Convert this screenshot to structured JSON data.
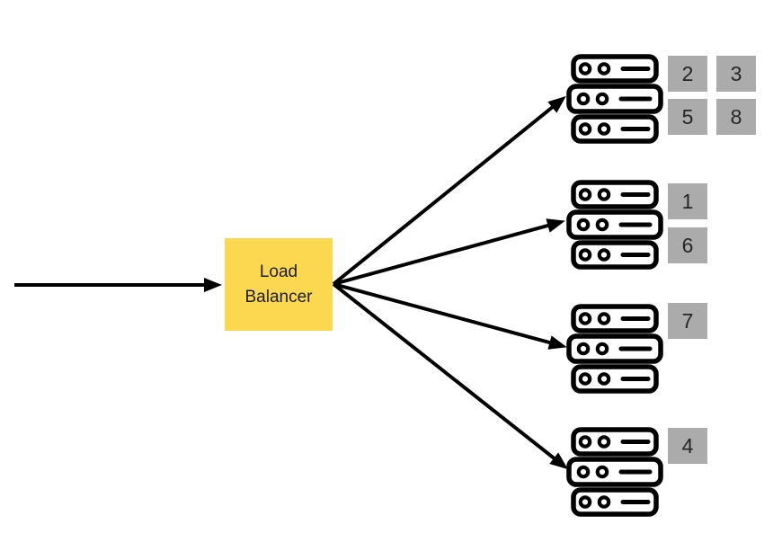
{
  "diagram": {
    "load_balancer": {
      "label": [
        "Load",
        "Balancer"
      ],
      "fill": "#FBD850",
      "text_color": "#1C1C1C"
    },
    "servers": [
      {
        "id": "server-1",
        "icon": "server-rack-icon",
        "requests": [
          "2",
          "3",
          "5",
          "8"
        ]
      },
      {
        "id": "server-2",
        "icon": "server-rack-icon",
        "requests": [
          "1",
          "6"
        ]
      },
      {
        "id": "server-3",
        "icon": "server-rack-icon",
        "requests": [
          "7"
        ]
      },
      {
        "id": "server-4",
        "icon": "server-rack-icon",
        "requests": [
          "4"
        ]
      }
    ],
    "request_box": {
      "fill": "#ABABAB",
      "text_color": "#262626"
    },
    "arrows": {
      "color": "#000000",
      "incoming": "edge-to-load-balancer",
      "outgoing": [
        "load-balancer-to-server-1",
        "load-balancer-to-server-2",
        "load-balancer-to-server-3",
        "load-balancer-to-server-4"
      ]
    },
    "background": "#FFFFFF"
  }
}
